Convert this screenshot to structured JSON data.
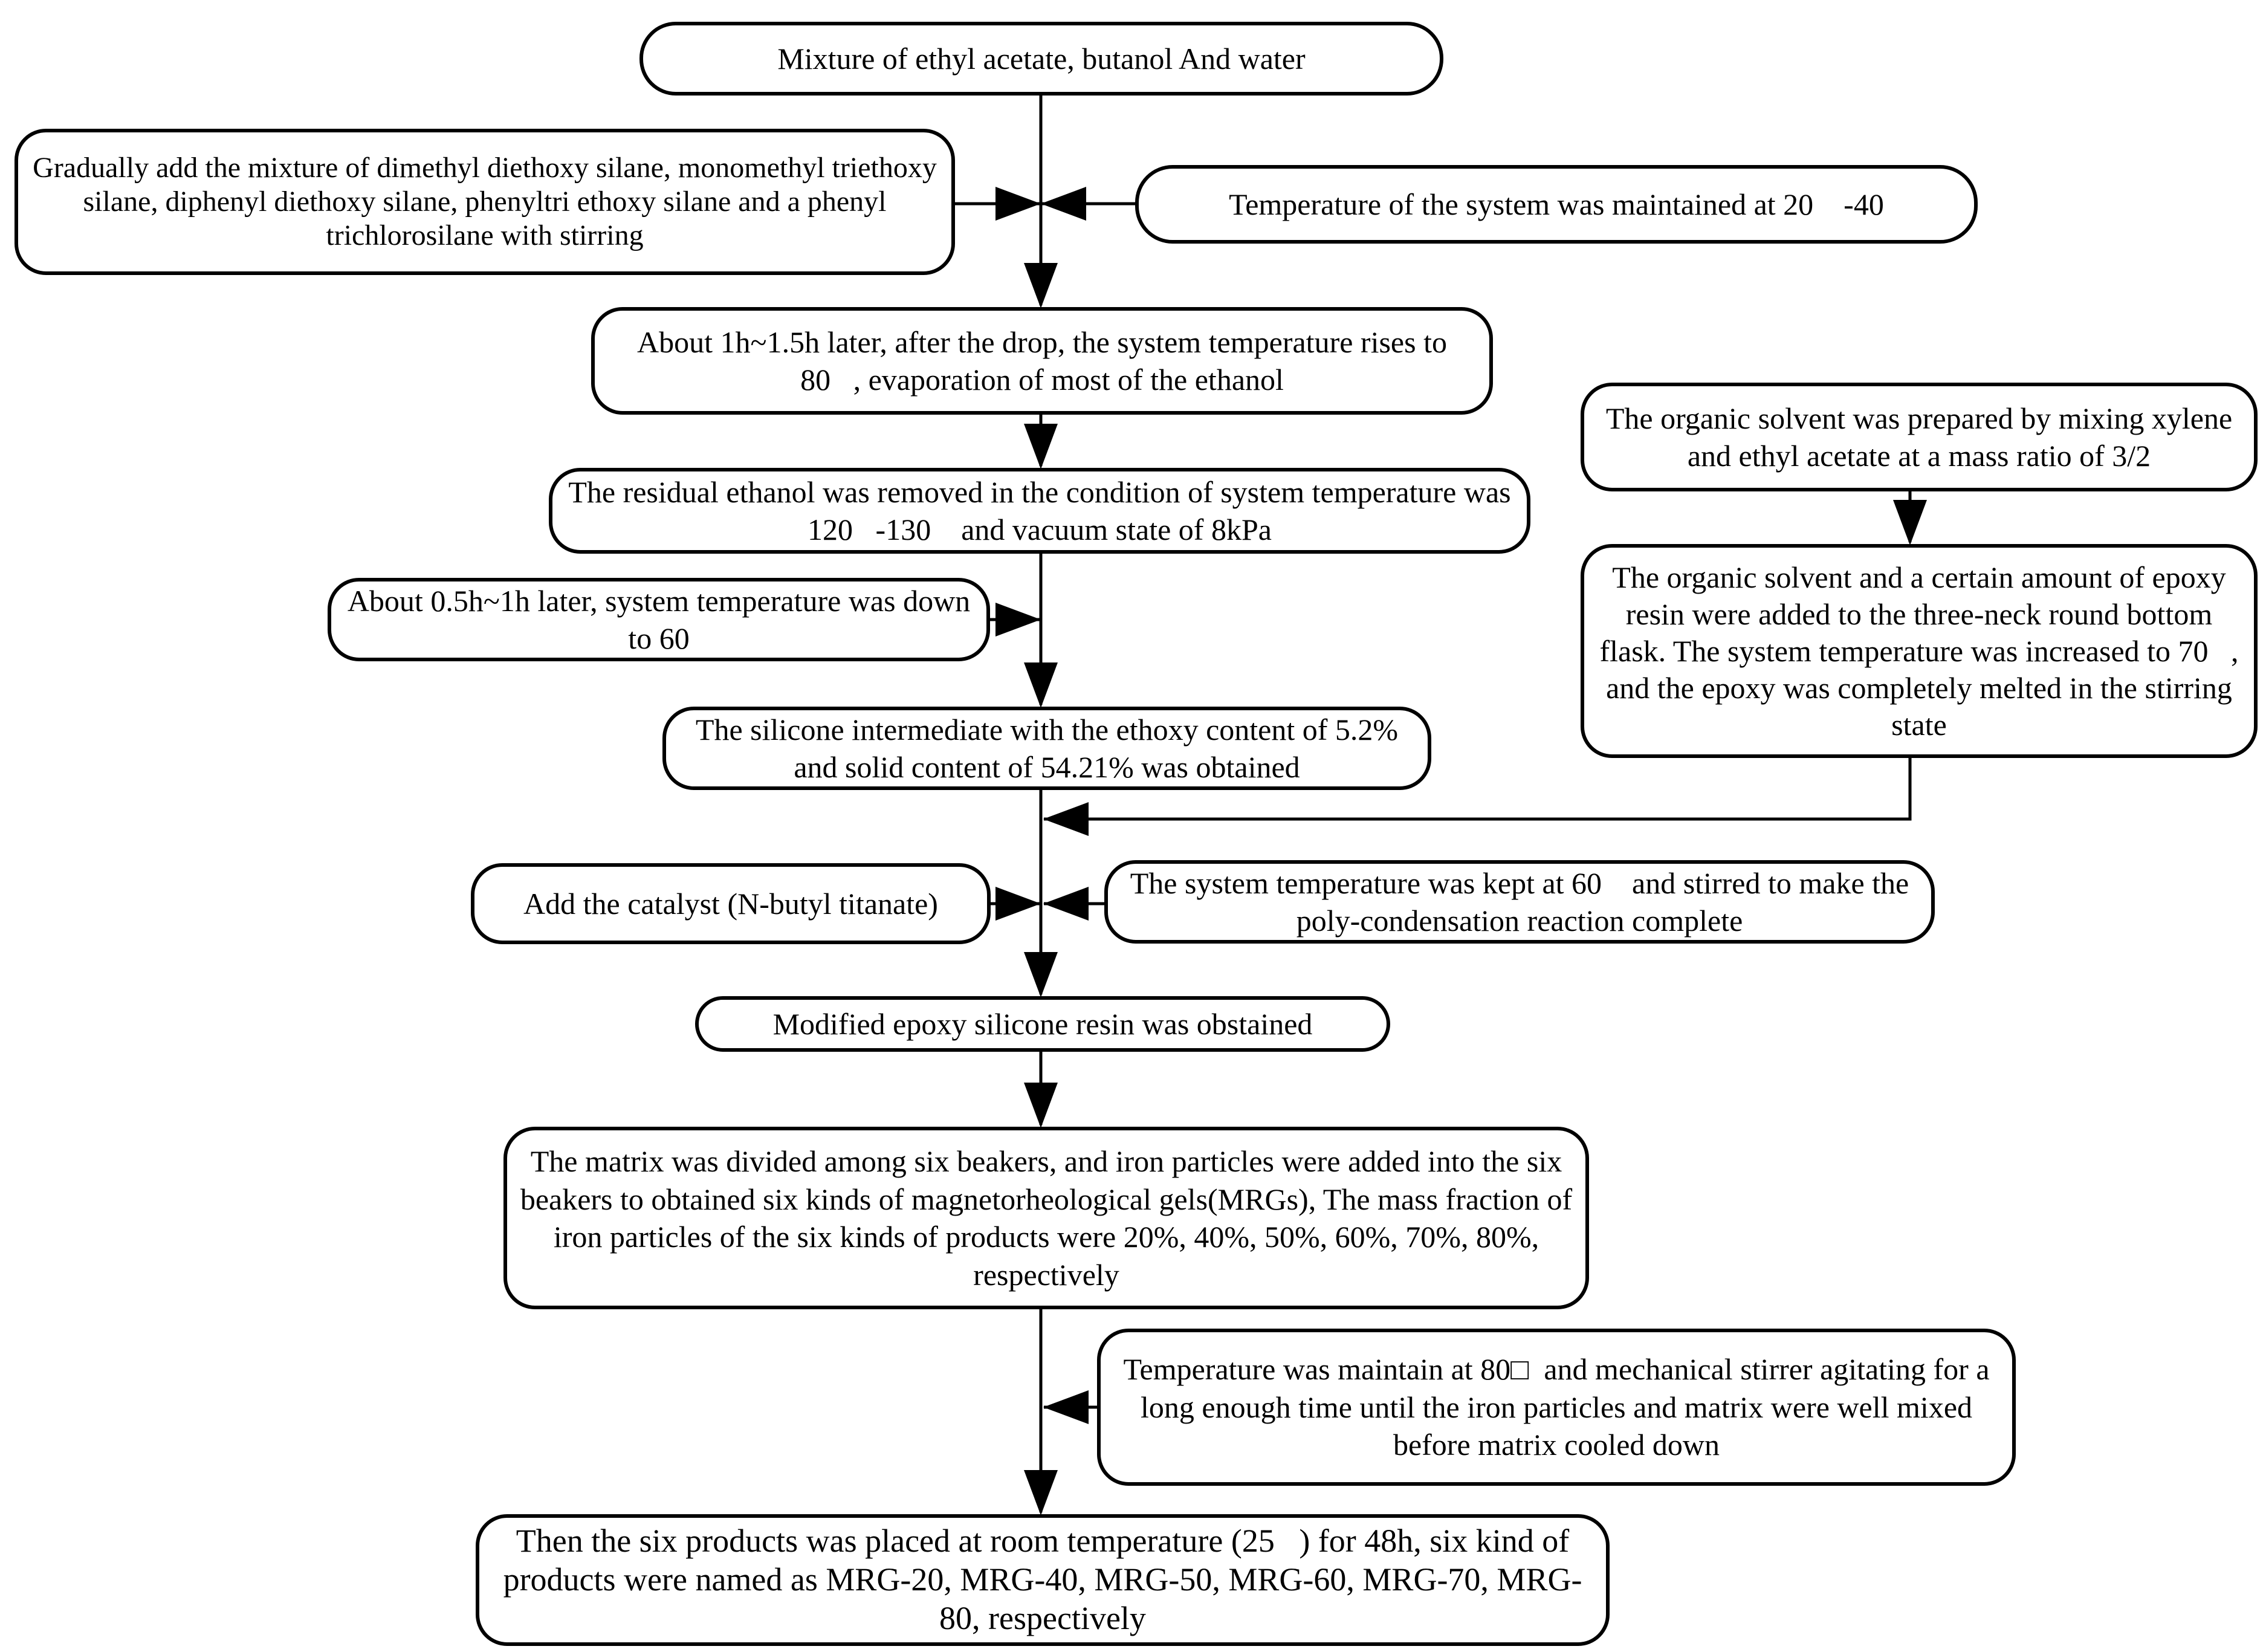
{
  "style": {
    "background": "#ffffff",
    "stroke": "#000000",
    "text_color": "#000000"
  },
  "nodes": {
    "mixture": {
      "text": "Mixture of ethyl acetate, butanol And water"
    },
    "silanes": {
      "text": "Gradually add the mixture of dimethyl diethoxy silane, monomethyl triethoxy silane, diphenyl diethoxy silane, phenyltri ethoxy silane and a phenyl trichlorosilane with stirring"
    },
    "temp_maintained": {
      "text": "Temperature of the system was maintained at 20    -40"
    },
    "rise_80": {
      "text": "About 1h~1.5h later, after the drop, the system temperature rises to 80   , evaporation of most of the ethanol"
    },
    "residual_removed": {
      "text": "The residual ethanol was removed in the condition of system temperature was 120   -130    and vacuum state of 8kPa"
    },
    "solvent_prepared": {
      "text": "The organic solvent was prepared by mixing xylene and ethyl acetate at a mass ratio of 3/2"
    },
    "down_60": {
      "text": "About 0.5h~1h later, system temperature was down to 60"
    },
    "epoxy_added": {
      "text": "The organic solvent and a certain amount of epoxy resin were added to the three-neck round bottom flask. The system temperature was increased to 70   , and the epoxy was completely melted in the stirring state"
    },
    "silicone_intermediate": {
      "text": "The silicone intermediate with the ethoxy content of 5.2% and solid content of 54.21% was obtained"
    },
    "add_catalyst": {
      "text": "Add the catalyst (N-butyl titanate)"
    },
    "kept_60": {
      "text": "The system temperature was kept at 60    and stirred to make the poly-condensation reaction complete"
    },
    "modified_resin": {
      "text": "Modified epoxy silicone resin was obstained"
    },
    "matrix_divided": {
      "text": "The matrix was divided among six beakers, and iron particles were added into the six beakers to obtained six kinds of magnetorheological gels(MRGs), The mass fraction of iron particles of the six kinds of products were 20%, 40%, 50%, 60%, 70%, 80%, respectively"
    },
    "maintain_80": {
      "text": "Temperature was maintain at 80□  and mechanical stirrer agitating for a long enough time until the iron particles and matrix were well mixed before matrix cooled down"
    },
    "products_named": {
      "text": "Then the six products was placed at room temperature (25   ) for 48h, six kind of products were named as MRG-20, MRG-40, MRG-50, MRG-60, MRG-70, MRG-80, respectively"
    }
  },
  "edges": [
    {
      "from": "mixture",
      "to": "rise_80"
    },
    {
      "from": "silanes",
      "to": "flow(mixture→rise_80)"
    },
    {
      "from": "temp_maintained",
      "to": "flow(mixture→rise_80)"
    },
    {
      "from": "rise_80",
      "to": "residual_removed"
    },
    {
      "from": "residual_removed",
      "to": "silicone_intermediate"
    },
    {
      "from": "down_60",
      "to": "flow(residual_removed→silicone_intermediate)"
    },
    {
      "from": "solvent_prepared",
      "to": "epoxy_added"
    },
    {
      "from": "epoxy_added",
      "to": "flow(silicone_intermediate→modified_resin)"
    },
    {
      "from": "add_catalyst",
      "to": "flow(silicone_intermediate→modified_resin)"
    },
    {
      "from": "kept_60",
      "to": "flow(silicone_intermediate→modified_resin)"
    },
    {
      "from": "silicone_intermediate",
      "to": "modified_resin"
    },
    {
      "from": "modified_resin",
      "to": "matrix_divided"
    },
    {
      "from": "matrix_divided",
      "to": "products_named"
    },
    {
      "from": "maintain_80",
      "to": "flow(matrix_divided→products_named)"
    }
  ]
}
